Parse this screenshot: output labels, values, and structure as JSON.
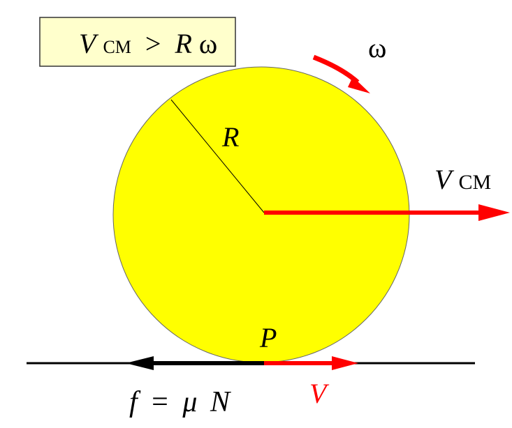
{
  "colors": {
    "disk_fill": "#ffff00",
    "disk_stroke": "#666666",
    "box_fill": "#ffffcc",
    "box_stroke": "#333333",
    "arrow_red": "#ff0000",
    "arrow_black": "#000000",
    "text_black": "#000000",
    "text_red": "#ff0000"
  },
  "condition_box": {
    "lhs_var": "V",
    "lhs_sub": "CM",
    "relation": ">",
    "rhs_var": "R",
    "rhs_omega": "ω"
  },
  "labels": {
    "omega": "ω",
    "radius": "R",
    "vcm_var": "V",
    "vcm_sub": "CM",
    "contact_point": "P",
    "velocity": "V",
    "friction_f": "f",
    "friction_eq": "=",
    "friction_mu": "μ",
    "friction_N": "N"
  }
}
